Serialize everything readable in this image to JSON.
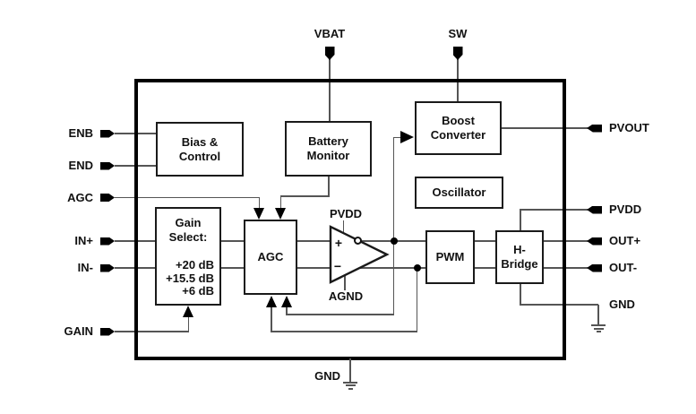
{
  "diagram_type": "ic-functional-block-diagram",
  "pins_left": [
    {
      "label": "ENB"
    },
    {
      "label": "END"
    },
    {
      "label": "AGC"
    },
    {
      "label": "IN+"
    },
    {
      "label": "IN-"
    },
    {
      "label": "GAIN"
    }
  ],
  "pins_top": [
    {
      "label": "VBAT"
    },
    {
      "label": "SW"
    }
  ],
  "pins_right": [
    {
      "label": "PVOUT"
    },
    {
      "label": "PVDD"
    },
    {
      "label": "OUT+"
    },
    {
      "label": "OUT-"
    }
  ],
  "grounds": {
    "right": "GND",
    "bottom": "GND"
  },
  "blocks": {
    "bias": "Bias &\nControl",
    "battery": "Battery\nMonitor",
    "boost": "Boost\nConverter",
    "oscillator": "Oscillator",
    "gain_title": "Gain\nSelect:",
    "gain_options": "+20 dB\n+15.5 dB\n+6 dB",
    "agc": "AGC",
    "pwm": "PWM",
    "hbridge": "H-\nBridge"
  },
  "amp": {
    "plus": "+",
    "minus": "−",
    "top_rail": "PVDD",
    "bottom_rail": "AGND"
  },
  "colors": {
    "wire": "#555555",
    "block_outline": "#1a1a1a",
    "chip_border": "#000000",
    "text": "#111111",
    "background": "#ffffff"
  }
}
